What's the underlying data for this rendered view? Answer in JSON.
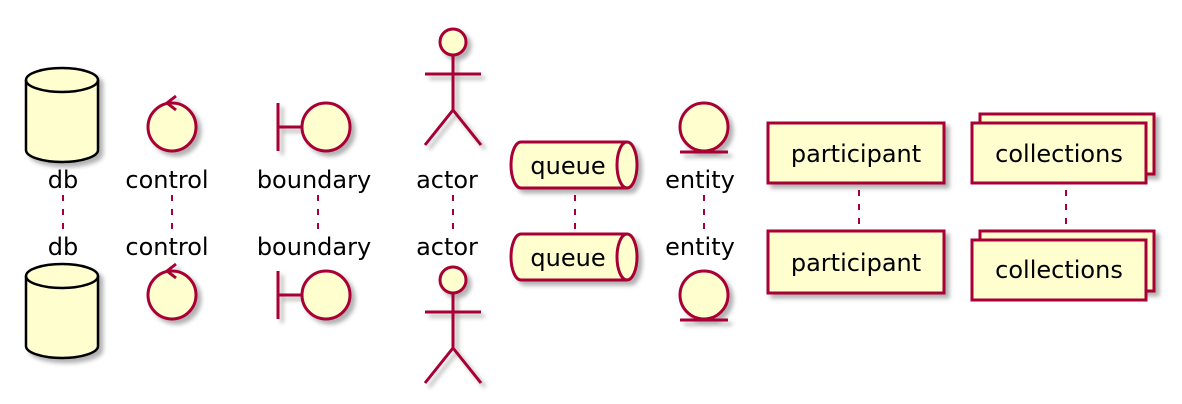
{
  "participants": [
    {
      "kind": "database",
      "label": "db"
    },
    {
      "kind": "control",
      "label": "control"
    },
    {
      "kind": "boundary",
      "label": "boundary"
    },
    {
      "kind": "actor",
      "label": "actor"
    },
    {
      "kind": "queue",
      "label": "queue"
    },
    {
      "kind": "entity",
      "label": "entity"
    },
    {
      "kind": "participant",
      "label": "participant"
    },
    {
      "kind": "collections",
      "label": "collections"
    }
  ],
  "colors": {
    "fill": "#FEFECE",
    "stroke": "#A80036",
    "database_stroke": "#000000",
    "text": "#000000"
  }
}
